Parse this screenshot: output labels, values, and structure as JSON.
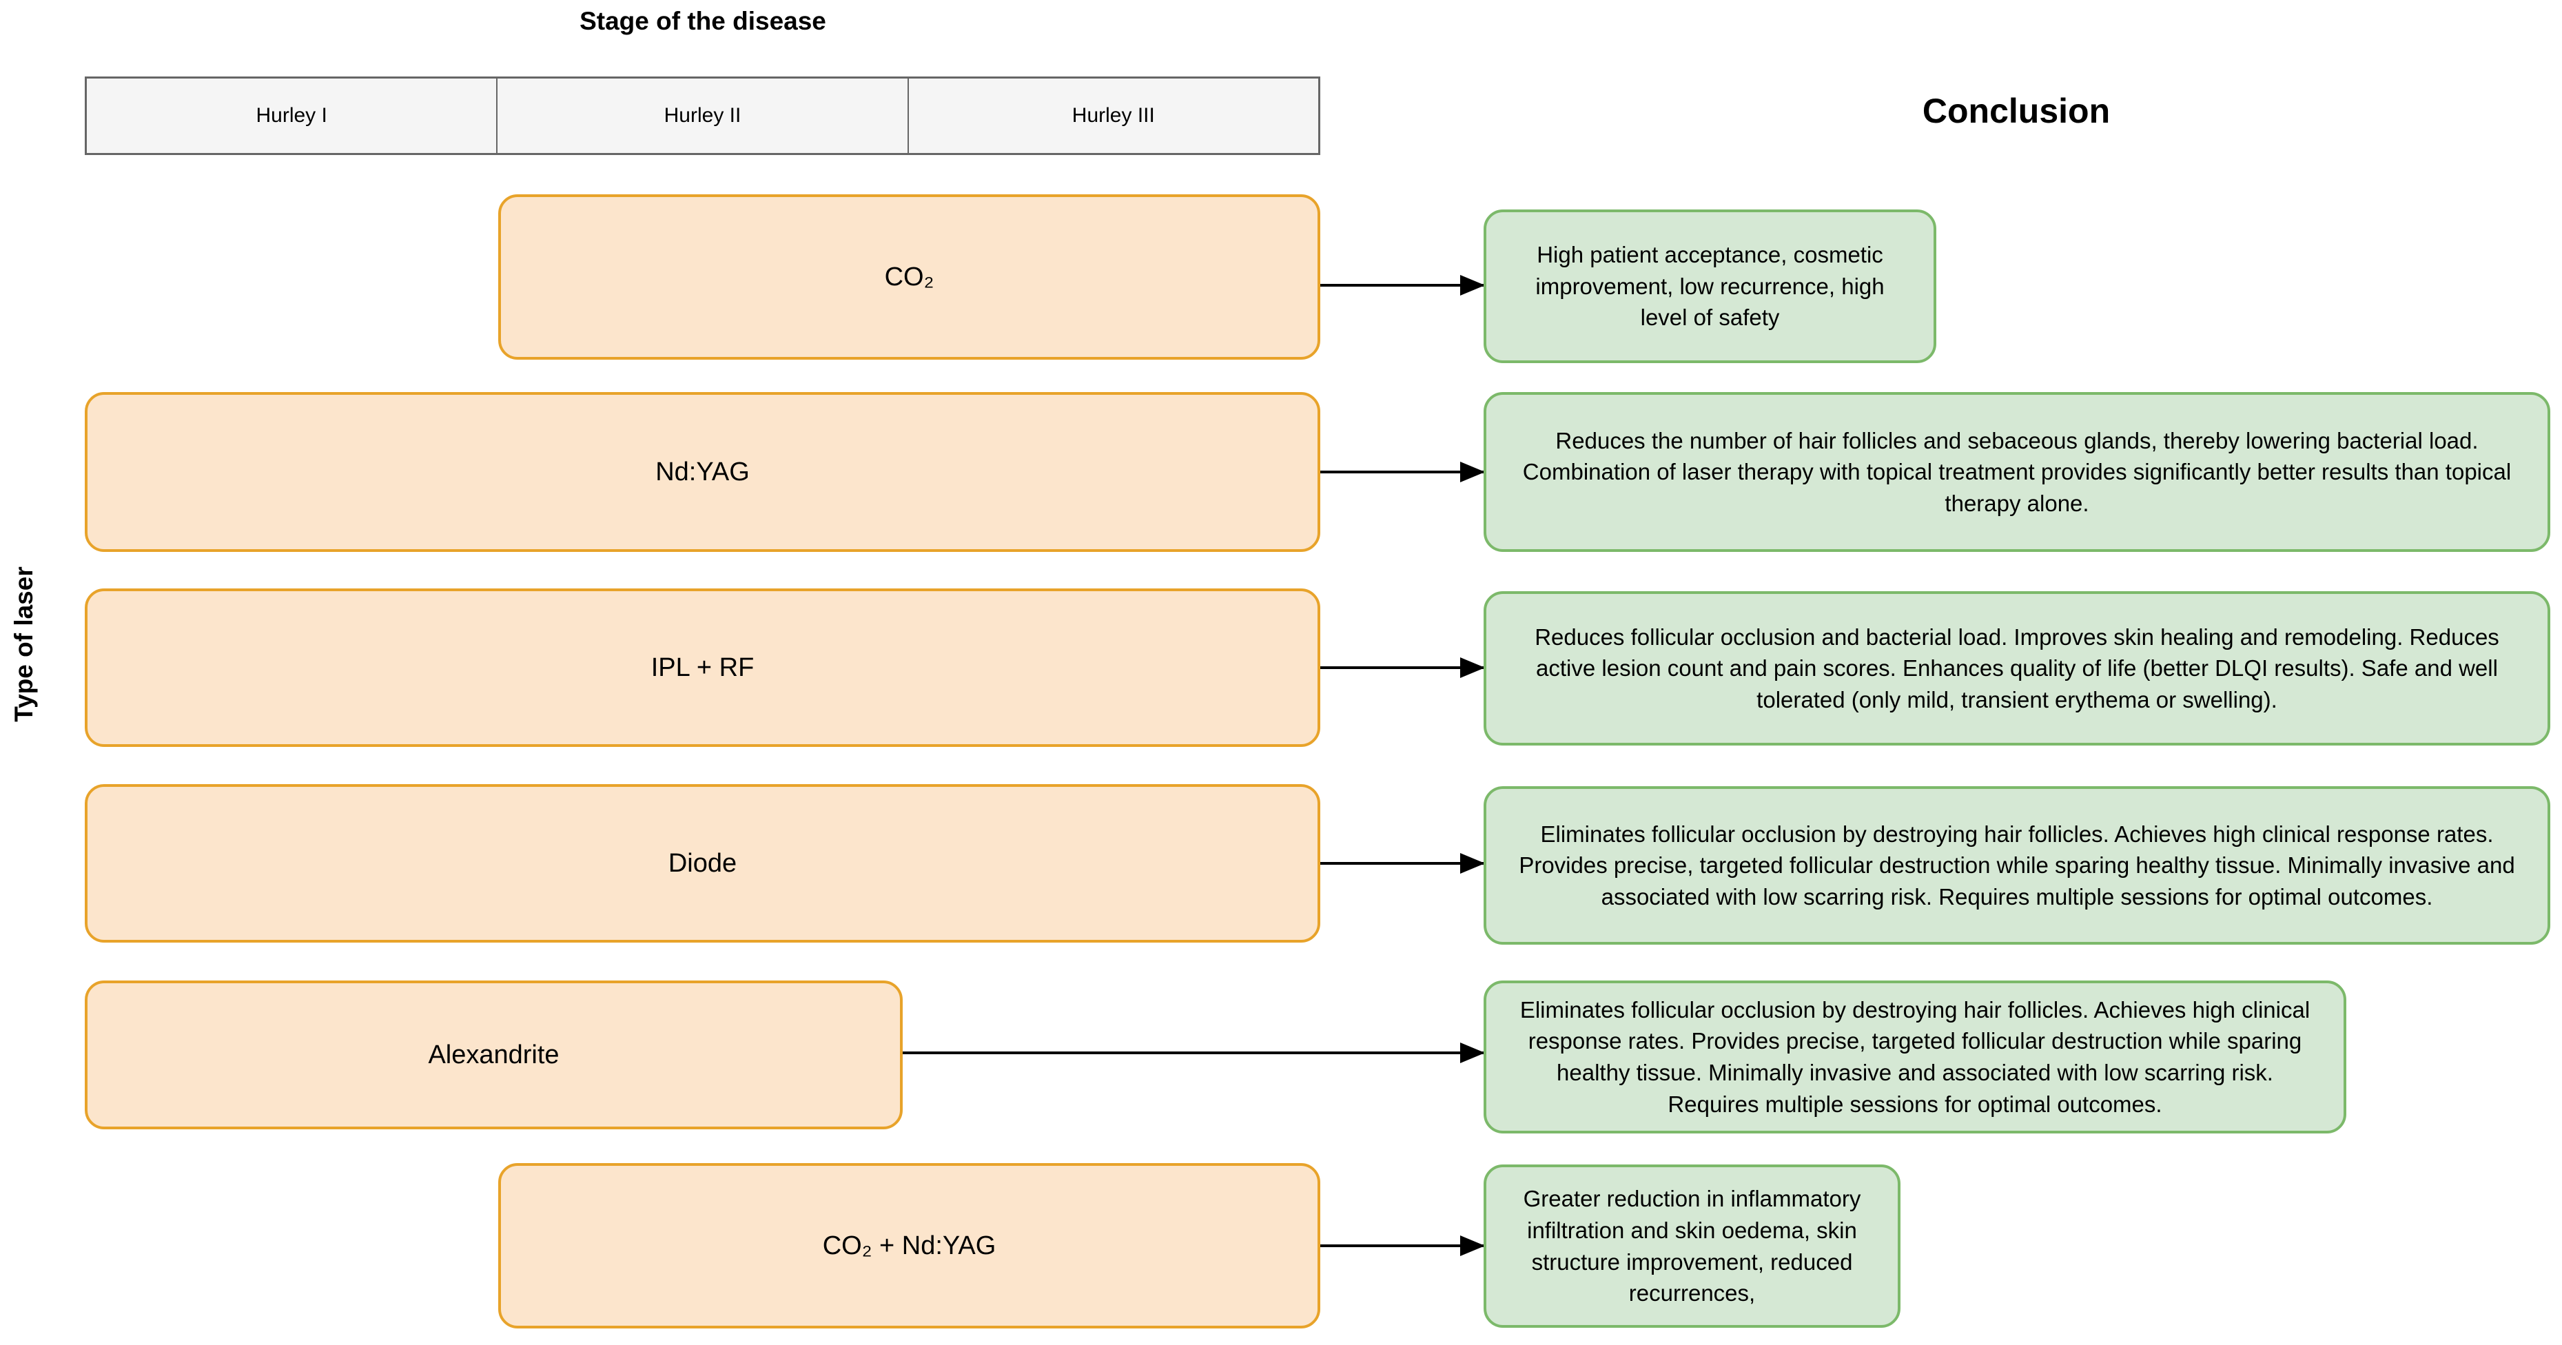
{
  "title": "Stage of the disease",
  "conclusion_header": "Conclusion",
  "y_axis_label": "Type of laser",
  "stage_columns": [
    "Hurley I",
    "Hurley II",
    "Hurley III"
  ],
  "colors": {
    "laser_box_fill": "#fce5cc",
    "laser_box_border": "#e8a32a",
    "conclusion_box_fill": "#d5e8d4",
    "conclusion_box_border": "#7cb96a",
    "header_fill": "#f5f5f5",
    "header_border": "#666666",
    "arrow": "#000000",
    "text": "#000000"
  },
  "rows": [
    {
      "laser": "CO₂",
      "stages": [
        "Hurley II",
        "Hurley III"
      ],
      "conclusion": "High patient acceptance, cosmetic improvement, low recurrence, high level of safety"
    },
    {
      "laser": "Nd:YAG",
      "stages": [
        "Hurley I",
        "Hurley II",
        "Hurley III"
      ],
      "conclusion": "Reduces the number of hair follicles and sebaceous glands, thereby lowering bacterial load. Combination of laser therapy with topical treatment provides significantly better results than topical therapy alone."
    },
    {
      "laser": "IPL + RF",
      "stages": [
        "Hurley I",
        "Hurley II",
        "Hurley III"
      ],
      "conclusion": "Reduces follicular occlusion and bacterial load. Improves skin healing and remodeling. Reduces active lesion count and pain scores. Enhances quality of life (better DLQI results). Safe and well tolerated (only mild, transient erythema or swelling)."
    },
    {
      "laser": "Diode",
      "stages": [
        "Hurley I",
        "Hurley II",
        "Hurley III"
      ],
      "conclusion": "Eliminates follicular occlusion by destroying hair follicles. Achieves high clinical response rates. Provides precise, targeted follicular destruction while sparing healthy tissue. Minimally invasive and associated with low scarring risk. Requires multiple sessions for optimal outcomes."
    },
    {
      "laser": "Alexandrite",
      "stages": [
        "Hurley I",
        "Hurley II"
      ],
      "conclusion": "Eliminates follicular occlusion by destroying hair follicles. Achieves high clinical response rates. Provides precise, targeted follicular destruction while sparing healthy tissue. Minimally invasive and associated with low scarring risk. Requires multiple sessions for optimal outcomes."
    },
    {
      "laser": "CO₂ + Nd:YAG",
      "stages": [
        "Hurley II",
        "Hurley III"
      ],
      "conclusion": "Greater reduction in inflammatory infiltration and skin oedema, skin structure improvement, reduced recurrences,"
    }
  ]
}
